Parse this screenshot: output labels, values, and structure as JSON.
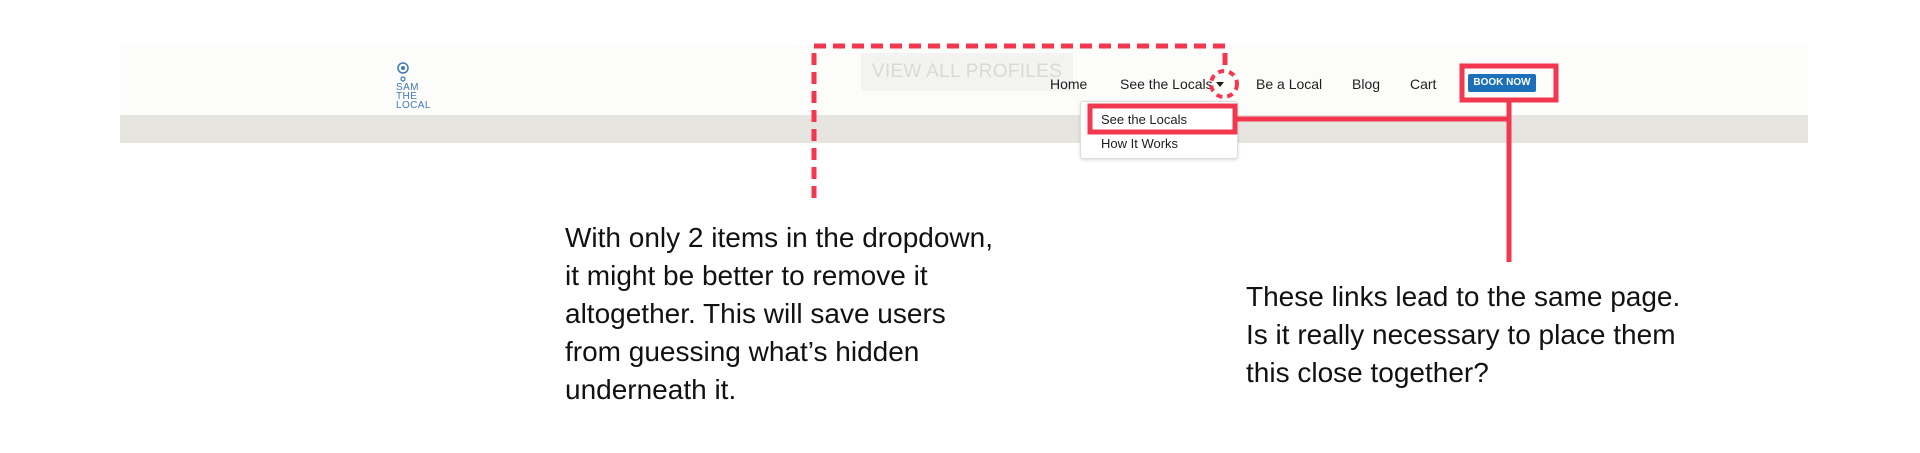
{
  "logo": {
    "lines": [
      "SAM",
      "THE",
      "LOCAL"
    ],
    "icon": "location-pin-icon",
    "color": "#4178b5"
  },
  "hero": {
    "ghost_button_label": "VIEW ALL PROFILES"
  },
  "nav": {
    "items": [
      "Home",
      "See the Locals",
      "Be a Local",
      "Blog",
      "Cart"
    ],
    "book_label": "BOOK NOW",
    "book_color": "#1b70b9"
  },
  "dropdown": {
    "items": [
      "See the Locals",
      "How It Works"
    ]
  },
  "annotations": {
    "left_lines": [
      "With only 2 items in the dropdown,",
      "it might be better to remove it",
      "altogether. This will save users",
      "from guessing what’s hidden",
      "underneath it."
    ],
    "right_lines": [
      "These links lead to the same page.",
      "Is it really necessary to place them",
      "this close together?"
    ],
    "highlight_color": "#f2384f"
  }
}
